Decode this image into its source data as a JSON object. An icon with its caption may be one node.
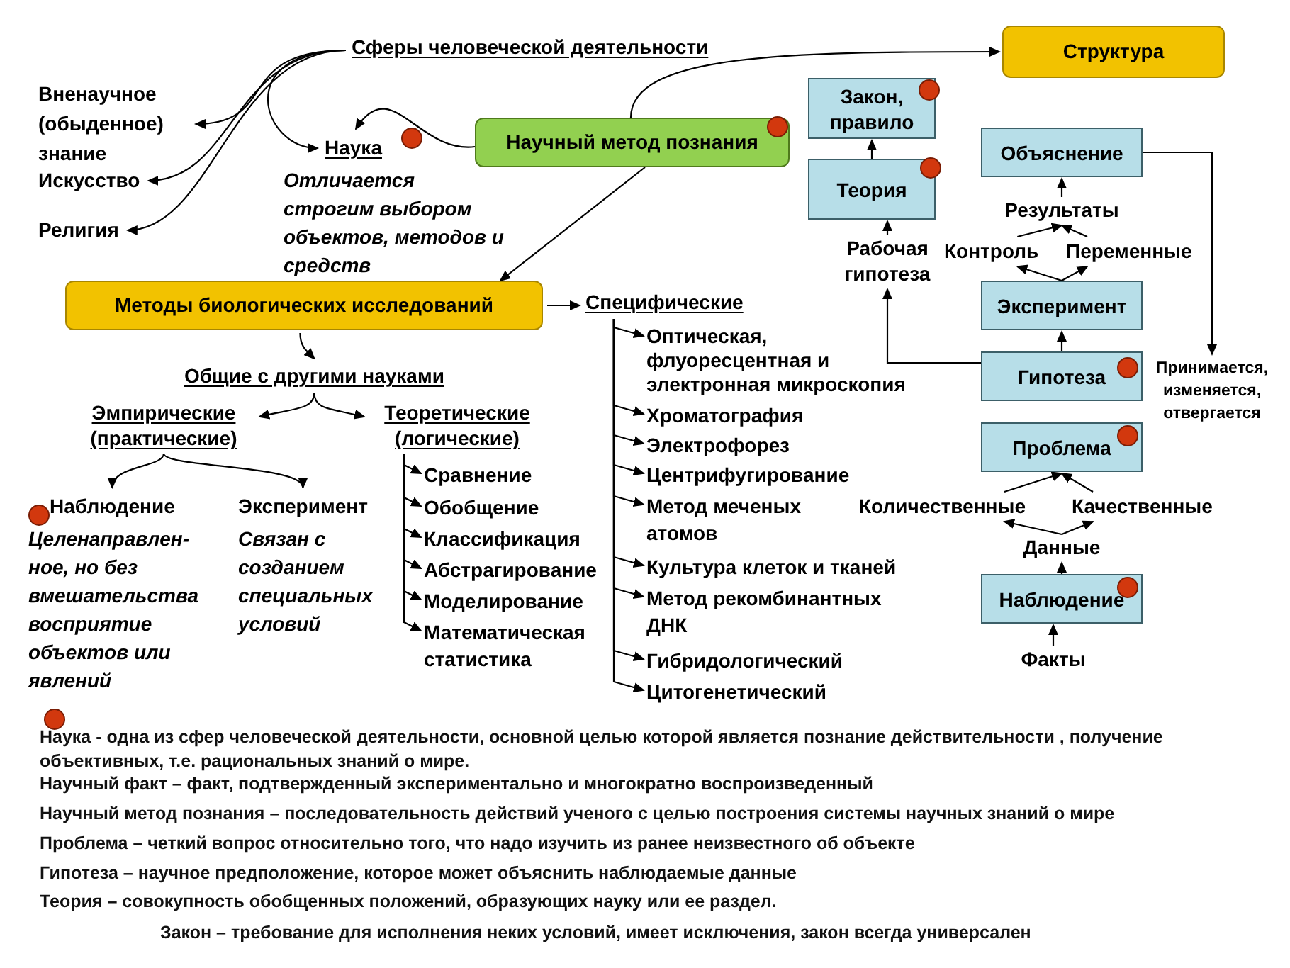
{
  "diagram": {
    "nodes": [
      {
        "text": [
          "Сферы человеческой деятельности"
        ]
      },
      {
        "text": [
          "Вненаучное (обыденное) знание"
        ]
      },
      {
        "text": [
          "Искусство"
        ]
      },
      {
        "text": [
          "Религия"
        ]
      },
      {
        "text": [
          "Наука"
        ],
        "beside": [
          "Отличается строгим выбором объектов, методов и средств"
        ]
      },
      {
        "text": [
          "Научный метод познания"
        ]
      },
      {
        "text": [
          "Структура"
        ]
      },
      {
        "text": [
          "Методы биологических исследований"
        ]
      },
      {
        "text": [
          "Специфические"
        ]
      },
      {
        "text": [
          "Оптическая, флуоресцентная и электронная микроскопия"
        ]
      },
      {
        "text": [
          "Хроматография"
        ]
      },
      {
        "text": [
          "Электрофорез"
        ]
      },
      {
        "text": [
          "Центрифугирование"
        ]
      },
      {
        "text": [
          "Метод меченых атомов"
        ]
      },
      {
        "text": [
          "Культура клеток и тканей"
        ]
      },
      {
        "text": [
          "Метод рекомбинантных ДНК"
        ]
      },
      {
        "text": [
          "Гибридологический"
        ]
      },
      {
        "text": [
          "Цитогенетический"
        ]
      },
      {
        "text": [
          "Общие с другими науками"
        ]
      },
      {
        "text": [
          "Эмпирические (практические)"
        ]
      },
      {
        "text": [
          "Теоретические (логические)"
        ]
      },
      {
        "text": [
          "Наблюдение"
        ],
        "beside": [
          "Целенаправлен-ное, но без вмешательства восприятие объектов или явлений"
        ]
      },
      {
        "text": [
          "Эксперимент"
        ],
        "beside": [
          "Связан с созданием специальных условий"
        ]
      },
      {
        "text": [
          "Сравнение"
        ]
      },
      {
        "text": [
          "Обобщение"
        ]
      },
      {
        "text": [
          "Классификация"
        ]
      },
      {
        "text": [
          "Абстрагирование"
        ]
      },
      {
        "text": [
          "Моделирование"
        ]
      },
      {
        "text": [
          "Математическая статистика"
        ]
      },
      {
        "text": [
          "Закон, правило"
        ]
      },
      {
        "text": [
          "Теория"
        ]
      },
      {
        "text": [
          "Рабочая гипотеза"
        ]
      },
      {
        "text": [
          "Объяснение"
        ]
      },
      {
        "text": [
          "Результаты"
        ]
      },
      {
        "text": [
          "Контроль"
        ]
      },
      {
        "text": [
          "Переменные"
        ]
      },
      {
        "text": [
          "Эксперимент"
        ]
      },
      {
        "text": [
          "Гипотеза"
        ]
      },
      {
        "text": [
          "Принимается, изменяется, отвергается"
        ]
      },
      {
        "text": [
          "Проблема"
        ]
      },
      {
        "text": [
          "Количественные"
        ]
      },
      {
        "text": [
          "Качественные"
        ]
      },
      {
        "text": [
          "Данные"
        ]
      },
      {
        "text": [
          "Наблюдение"
        ]
      },
      {
        "text": [
          "Факты"
        ]
      }
    ],
    "edges": [
      {
        "from": 0,
        "to": 1,
        "arrow": "to"
      },
      {
        "from": 0,
        "to": 2,
        "arrow": "to"
      },
      {
        "from": 0,
        "to": 3,
        "arrow": "to"
      },
      {
        "from": 0,
        "to": 4,
        "arrow": "to"
      },
      {
        "from": 5,
        "to": 4,
        "arrow": "to"
      },
      {
        "from": 5,
        "to": 6,
        "arrow": "to"
      },
      {
        "from": 5,
        "to": 7,
        "arrow": "to"
      },
      {
        "from": 7,
        "to": 8,
        "arrow": "to"
      },
      {
        "from": 7,
        "to": 18,
        "arrow": "to"
      },
      {
        "from": 8,
        "to": 9,
        "arrow": "to"
      },
      {
        "from": 8,
        "to": 10,
        "arrow": "to"
      },
      {
        "from": 8,
        "to": 11,
        "arrow": "to"
      },
      {
        "from": 8,
        "to": 12,
        "arrow": "to"
      },
      {
        "from": 8,
        "to": 13,
        "arrow": "to"
      },
      {
        "from": 8,
        "to": 14,
        "arrow": "to"
      },
      {
        "from": 8,
        "to": 15,
        "arrow": "to"
      },
      {
        "from": 8,
        "to": 16,
        "arrow": "to"
      },
      {
        "from": 8,
        "to": 17,
        "arrow": "to"
      },
      {
        "from": 18,
        "to": 19,
        "arrow": "to"
      },
      {
        "from": 18,
        "to": 20,
        "arrow": "to"
      },
      {
        "from": 19,
        "to": 21,
        "arrow": "to"
      },
      {
        "from": 19,
        "to": 22,
        "arrow": "to"
      },
      {
        "from": 20,
        "to": 23,
        "arrow": "to"
      },
      {
        "from": 20,
        "to": 24,
        "arrow": "to"
      },
      {
        "from": 20,
        "to": 25,
        "arrow": "to"
      },
      {
        "from": 20,
        "to": 26,
        "arrow": "to"
      },
      {
        "from": 20,
        "to": 27,
        "arrow": "to"
      },
      {
        "from": 20,
        "to": 28,
        "arrow": "to"
      },
      {
        "from": 30,
        "to": 29,
        "arrow": "to"
      },
      {
        "from": 31,
        "to": 30,
        "arrow": "to"
      },
      {
        "from": 37,
        "to": 31,
        "arrow": "to"
      },
      {
        "from": 37,
        "to": 36,
        "arrow": "to"
      },
      {
        "from": 36,
        "to": 34,
        "arrow": "to"
      },
      {
        "from": 36,
        "to": 35,
        "arrow": "to"
      },
      {
        "from": 34,
        "to": 33,
        "arrow": "to"
      },
      {
        "from": 35,
        "to": 33,
        "arrow": "to"
      },
      {
        "from": 33,
        "to": 32,
        "arrow": "to"
      },
      {
        "from": 32,
        "to": 38,
        "arrow": "to"
      },
      {
        "from": 42,
        "to": 40,
        "arrow": "to"
      },
      {
        "from": 42,
        "to": 41,
        "arrow": "to"
      },
      {
        "from": 40,
        "to": 39,
        "arrow": "to"
      },
      {
        "from": 41,
        "to": 39,
        "arrow": "to"
      },
      {
        "from": 43,
        "to": 42,
        "arrow": "to"
      },
      {
        "from": 44,
        "to": 43,
        "arrow": "to"
      }
    ],
    "labels": [
      "**Наука** - одна из сфер человеческой деятельности, основной целью которой является познание действительности , получение объективных, т.е. рациональных знаний о мире.",
      "**Научный факт** – факт, подтвержденный экспериментально и многократно воспроизведенный",
      "**Научный метод познания** – последовательность действий ученого с целью построения системы научных знаний о мире",
      "**Проблема** – четкий вопрос относительно того, что надо изучить из ранее неизвестного об объекте",
      "**Гипотеза** – научное предположение, которое может объяснить наблюдаемые данные",
      "**Теория** – совокупность обобщенных положений, образующих науку или ее раздел.",
      "**Закон** – требование для исполнения неких условий, имеет исключения, **закон** всегда универсален"
    ]
  }
}
